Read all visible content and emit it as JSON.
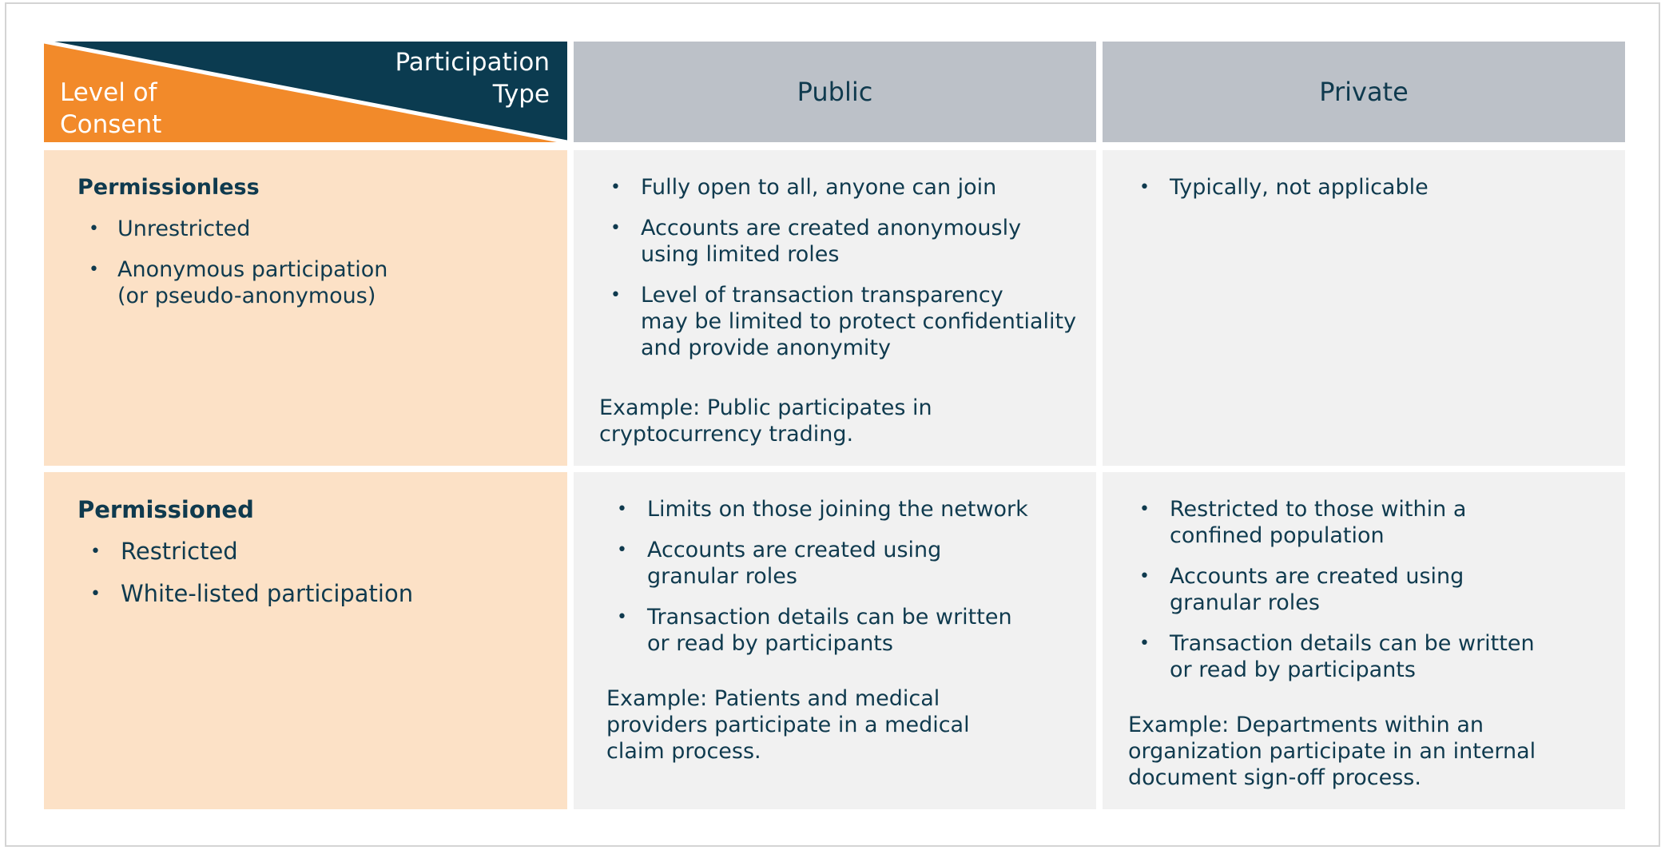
{
  "header": {
    "corner_top": [
      "Participation",
      "Type"
    ],
    "corner_bottom": [
      "Level of",
      "Consent"
    ],
    "col_public": "Public",
    "col_private": "Private"
  },
  "rows": [
    {
      "label": {
        "title": "Permissionless",
        "items": [
          "Unrestricted",
          "Anonymous participation",
          "(or pseudo-anonymous)"
        ]
      },
      "public": {
        "items": [
          "Fully open to all, anyone can join",
          "Accounts are created anonymously",
          "using limited roles",
          "Level of transaction transparency",
          "may be limited to protect confidentiality",
          "and provide anonymity"
        ],
        "example": [
          "Example: Public participates in",
          "cryptocurrency trading."
        ]
      },
      "private": {
        "items": [
          "Typically, not applicable"
        ]
      }
    },
    {
      "label": {
        "title": "Permissioned",
        "items": [
          "Restricted",
          "White-listed participation"
        ]
      },
      "public": {
        "items": [
          "Limits on those joining the network",
          "Accounts are created using",
          "granular roles",
          "Transaction details can be written",
          "or read by participants"
        ],
        "example": [
          "Example: Patients and medical",
          "providers participate in a medical",
          "claim process."
        ]
      },
      "private": {
        "items": [
          "Restricted to those within a",
          "confined population",
          "Accounts are created using",
          "granular roles",
          "Transaction details can be written",
          "or read by participants"
        ],
        "example": [
          "Example: Departments within an",
          "organization participate in an internal",
          "document sign-off process."
        ]
      }
    }
  ],
  "colors": {
    "orange": "#f28a2a",
    "navy": "#0b3b50",
    "peach": "#fce1c6",
    "header_gray": "#bcc1c8",
    "cell_gray": "#f1f1f1"
  }
}
